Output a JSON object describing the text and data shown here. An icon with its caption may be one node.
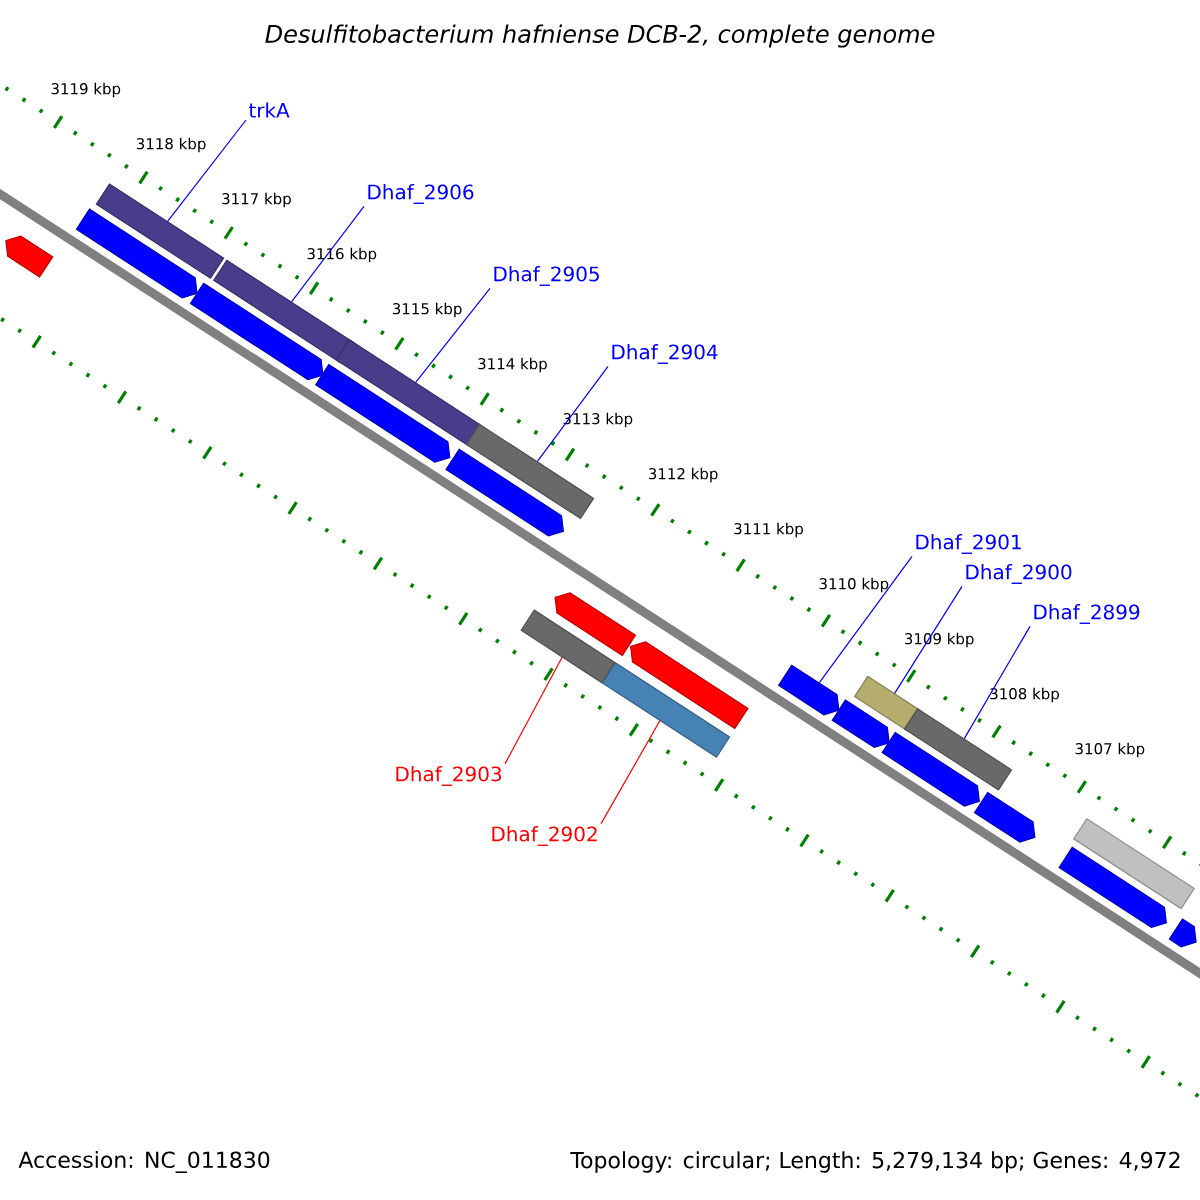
{
  "diagram": {
    "title": "Desulfitobacterium hafniense DCB-2, complete genome",
    "nodes": [
      {
        "text": [
          "trkA"
        ]
      },
      {
        "text": [
          "Dhaf_2906"
        ]
      },
      {
        "text": [
          "Dhaf_2905"
        ]
      },
      {
        "text": [
          "Dhaf_2904"
        ]
      },
      {
        "text": [
          "Dhaf_2901"
        ]
      },
      {
        "text": [
          "Dhaf_2900"
        ]
      },
      {
        "text": [
          "Dhaf_2899"
        ]
      },
      {
        "text": [
          "Dhaf_2903"
        ]
      },
      {
        "text": [
          "Dhaf_2902"
        ]
      },
      {
        "text": [],
        "shape": "arrow"
      },
      {
        "text": [],
        "shape": "arrow"
      },
      {
        "text": [],
        "shape": "bar"
      },
      {
        "text": [],
        "shape": "arrow"
      },
      {
        "text": [],
        "shape": "bar"
      },
      {
        "text": [],
        "shape": "arrow"
      },
      {
        "text": [],
        "shape": "bar"
      },
      {
        "text": [],
        "shape": "arrow"
      },
      {
        "text": [],
        "shape": "bar"
      },
      {
        "text": [],
        "shape": "bar"
      },
      {
        "text": [],
        "shape": "arrow"
      },
      {
        "text": [],
        "shape": "bar"
      },
      {
        "text": [],
        "shape": "arrow"
      },
      {
        "text": [],
        "shape": "arrow"
      },
      {
        "text": [],
        "shape": "arrow"
      },
      {
        "text": [],
        "shape": "bar"
      },
      {
        "text": [],
        "shape": "arrow"
      },
      {
        "text": [],
        "shape": "bar"
      },
      {
        "text": [],
        "shape": "arrow"
      },
      {
        "text": [],
        "shape": "arrow"
      },
      {
        "text": [],
        "shape": "bar"
      },
      {
        "text": [],
        "shape": "arrow"
      }
    ],
    "edges": [
      {
        "from": 0,
        "to": 11,
        "arrow": "none"
      },
      {
        "from": 1,
        "to": 13,
        "arrow": "none"
      },
      {
        "from": 2,
        "to": 15,
        "arrow": "none"
      },
      {
        "from": 3,
        "to": 17,
        "arrow": "none"
      },
      {
        "from": 4,
        "to": 22,
        "arrow": "none"
      },
      {
        "from": 5,
        "to": 24,
        "arrow": "none"
      },
      {
        "from": 6,
        "to": 26,
        "arrow": "none"
      },
      {
        "from": 7,
        "to": 18,
        "arrow": "none",
        "color": "#ff0000"
      },
      {
        "from": 8,
        "to": 20,
        "arrow": "none",
        "color": "#ff0000"
      }
    ],
    "labels": [
      "3119 kbp",
      "3118 kbp",
      "3117 kbp",
      "3116 kbp",
      "3115 kbp",
      "3114 kbp",
      "3113 kbp",
      "3112 kbp",
      "3111 kbp",
      "3110 kbp",
      "3109 kbp",
      "3108 kbp",
      "3107 kbp",
      "Accession: NC_011830",
      "Topology: circular; Length: 5,279,134 bp; Genes: 4,972"
    ]
  }
}
